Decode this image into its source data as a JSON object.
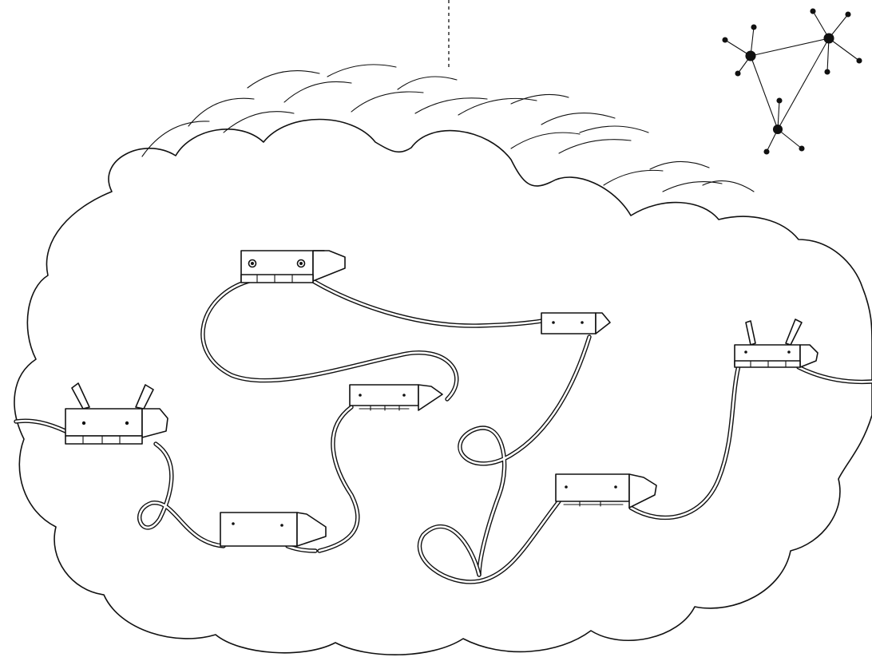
{
  "figure": {
    "ink_color": "#111111",
    "paper_color": "#ffffff",
    "elements": {
      "cloud": "network-cloud",
      "hub_device": "hub",
      "devices": [
        "device-a",
        "device-b",
        "device-c",
        "device-d",
        "device-e",
        "device-f",
        "device-g"
      ],
      "antenna_devices": [
        "device-a",
        "device-g"
      ],
      "inset": "network-graph-icon",
      "link": "dashed-uplink"
    }
  }
}
